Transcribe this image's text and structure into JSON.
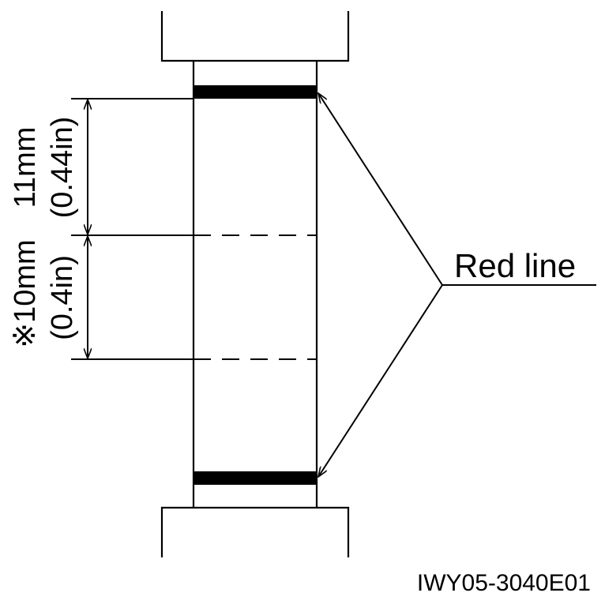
{
  "colors": {
    "ink": "#000000",
    "background": "#ffffff"
  },
  "labels": {
    "dim_upper_mm": "11mm",
    "dim_upper_in": "(0.44in)",
    "dim_lower_mm": "※10mm",
    "dim_lower_in": "(0.4in)",
    "callout": "Red line",
    "figure_code": "IWY05-3040E01"
  }
}
